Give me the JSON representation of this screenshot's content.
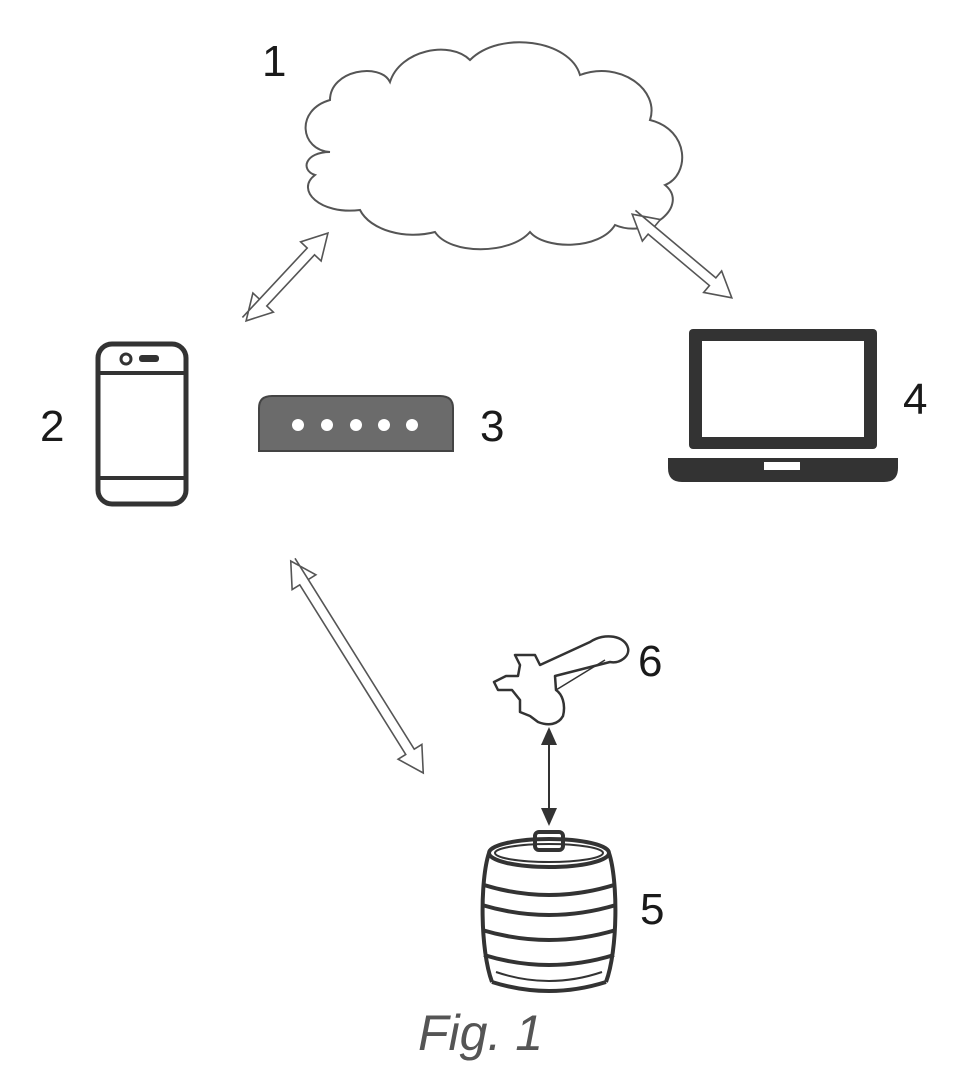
{
  "labels": {
    "cloud": "1",
    "phone": "2",
    "router": "3",
    "laptop": "4",
    "keg": "5",
    "tap": "6"
  },
  "caption": "Fig. 1",
  "colors": {
    "line": "#333333",
    "router_fill": "#6b6b6b",
    "caption": "#555555"
  },
  "icons": [
    "cloud-icon",
    "smartphone-icon",
    "router-icon",
    "laptop-icon",
    "keg-icon",
    "beer-tap-icon"
  ]
}
